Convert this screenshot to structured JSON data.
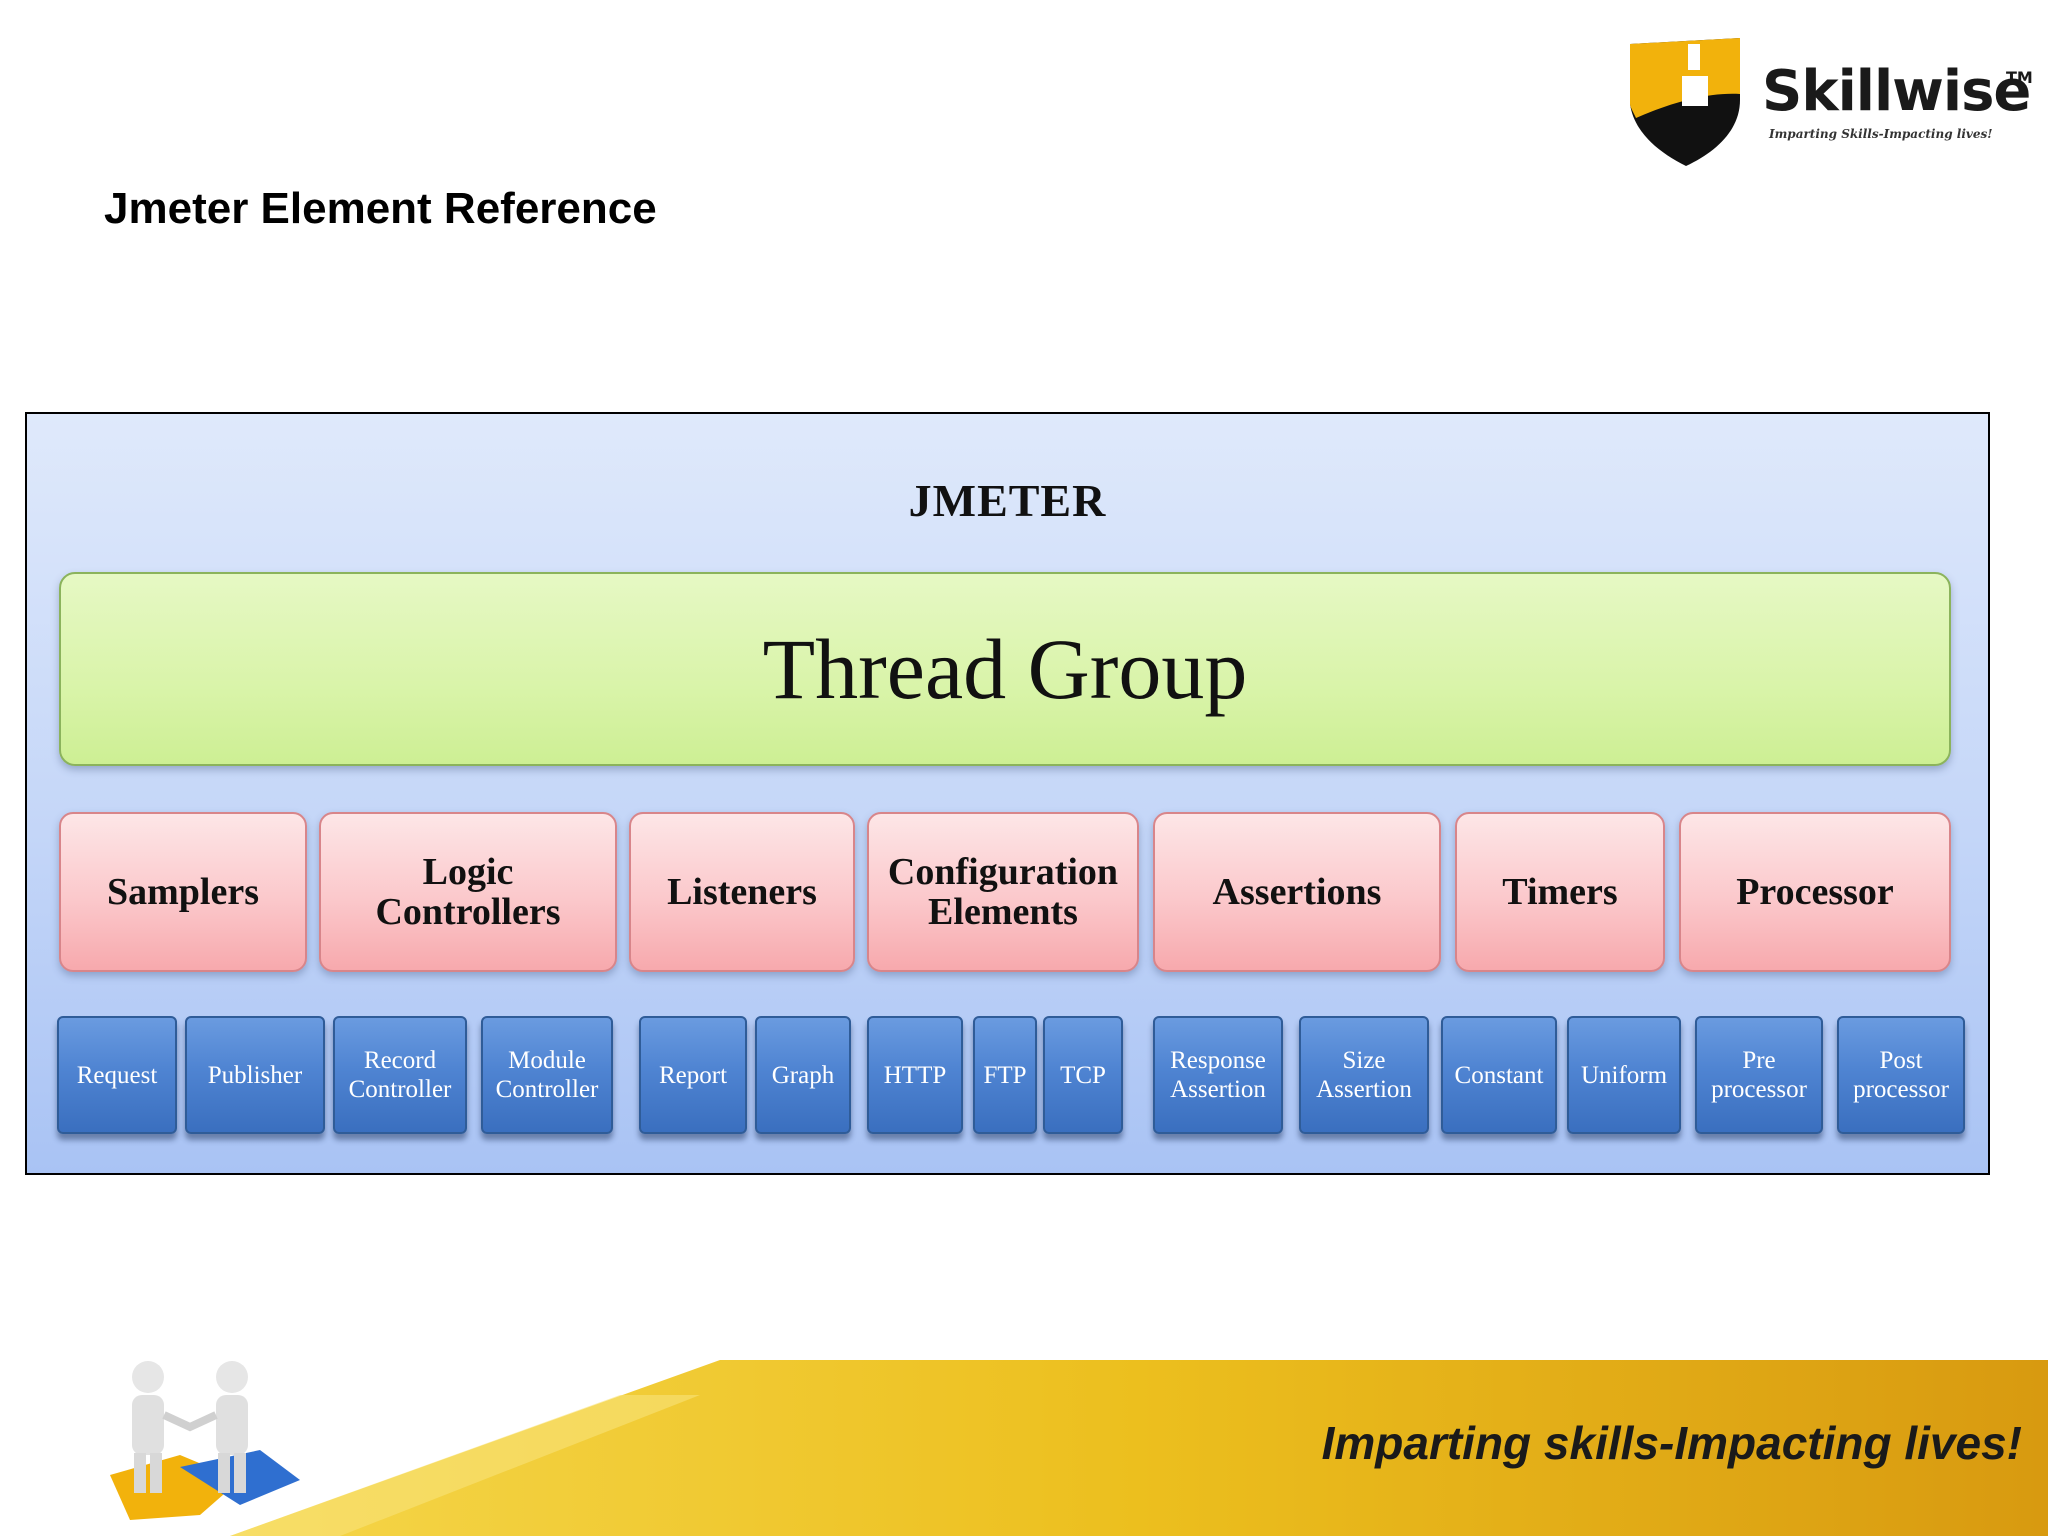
{
  "logo": {
    "brand": "Skillwise",
    "tm": "TM",
    "tagline": "Imparting Skills-Impacting lives!",
    "colors": {
      "shield_yellow": "#f2b20c",
      "shield_black": "#111111"
    }
  },
  "page": {
    "title": "Jmeter Element Reference"
  },
  "diagram": {
    "title": "JMETER",
    "root": {
      "label": "Thread Group",
      "color": "#d9f4a9"
    },
    "categories": [
      {
        "label": "Samplers",
        "children": [
          "Request",
          "Publisher"
        ]
      },
      {
        "label": "Logic\nControllers",
        "children": [
          "Record\nController",
          "Module\nController"
        ]
      },
      {
        "label": "Listeners",
        "children": [
          "Report",
          "Graph"
        ]
      },
      {
        "label": "Configuration\nElements",
        "children": [
          "HTTP",
          "FTP",
          "TCP"
        ]
      },
      {
        "label": "Assertions",
        "children": [
          "Response\nAssertion",
          "Size\nAssertion"
        ]
      },
      {
        "label": "Timers",
        "children": [
          "Constant",
          "Uniform"
        ]
      },
      {
        "label": "Processor",
        "children": [
          "Pre\nprocessor",
          "Post\nprocessor"
        ]
      }
    ],
    "colors": {
      "category_fill": "#fbc8cb",
      "leaf_fill": "#4f84d2",
      "background": "#c4d6f8"
    }
  },
  "footer": {
    "tagline": "Imparting skills-Impacting lives!",
    "colors": {
      "band_start": "#f5d64a",
      "band_end": "#d89a10"
    }
  }
}
